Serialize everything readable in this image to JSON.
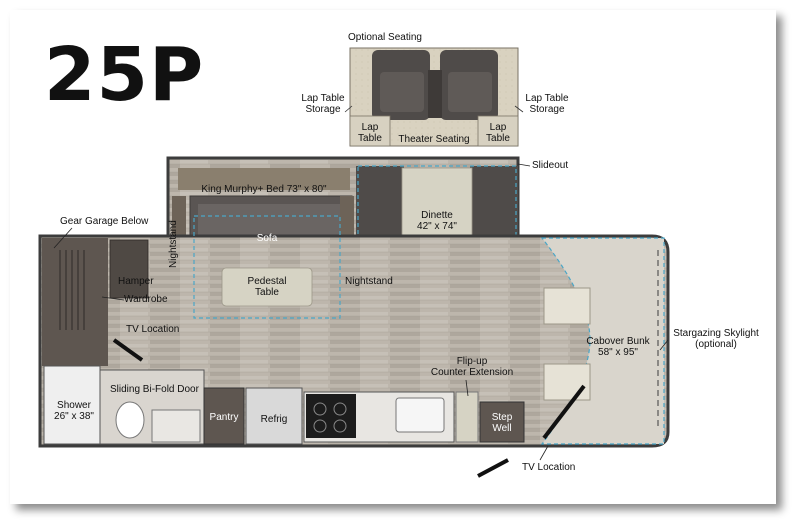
{
  "title": "25P",
  "labels": {
    "optional_seating": "Optional Seating",
    "lap_table_storage_left": "Lap Table\nStorage",
    "lap_table_storage_right": "Lap Table\nStorage",
    "lap_table_left": "Lap\nTable",
    "lap_table_right": "Lap\nTable",
    "theater_seating": "Theater Seating",
    "slideout": "Slideout",
    "king_bed": "King Murphy+ Bed  73\" x 80\"",
    "dinette": "Dinette\n42\" x 74\"",
    "gear_garage": "Gear Garage Below",
    "sofa": "Sofa",
    "nightstand_left": "Nightstand",
    "nightstand_right": "Nightstand",
    "hamper": "Hamper",
    "wardrobe": "Wardrobe",
    "pedestal_table": "Pedestal\nTable",
    "tv_location_1": "TV Location",
    "tv_location_2": "TV Location",
    "shower": "Shower\n26\" x 38\"",
    "bifold_door": "Sliding Bi-Fold Door",
    "pantry": "Pantry",
    "refrig": "Refrig",
    "flip_up": "Flip-up\nCounter Extension",
    "step_well": "Step\nWell",
    "cabover_bunk": "Cabover Bunk\n58\" x 95\"",
    "stargazing": "Stargazing Skylight\n(optional)"
  },
  "colors": {
    "floor": "#b9b2a8",
    "cabinet_dark": "#5e5650",
    "sofa": "#5a5553",
    "seat": "#4a4644",
    "cushion": "#d6d3c4",
    "counter": "#e8e6e2",
    "dashed_blue": "#4aa6c7",
    "wall": "#3c3c3c"
  }
}
